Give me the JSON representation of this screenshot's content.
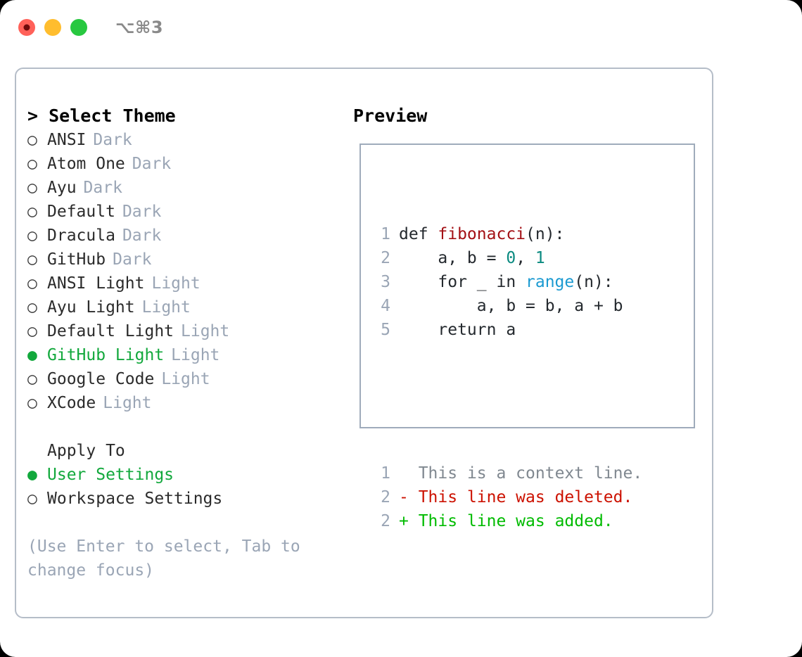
{
  "window": {
    "shortcut_label": "⌥⌘3",
    "traffic_lights": [
      {
        "name": "close",
        "color": "#ff6159"
      },
      {
        "name": "minimize",
        "color": "#ffbd2e"
      },
      {
        "name": "maximize",
        "color": "#28c840"
      }
    ]
  },
  "theme_picker": {
    "heading": "> Select Theme",
    "marker_selected": "●",
    "marker_empty": "○",
    "items": [
      {
        "label": "ANSI",
        "tag": "Dark",
        "selected": false
      },
      {
        "label": "Atom One",
        "tag": "Dark",
        "selected": false
      },
      {
        "label": "Ayu",
        "tag": "Dark",
        "selected": false
      },
      {
        "label": "Default",
        "tag": "Dark",
        "selected": false
      },
      {
        "label": "Dracula",
        "tag": "Dark",
        "selected": false
      },
      {
        "label": "GitHub",
        "tag": "Dark",
        "selected": false
      },
      {
        "label": "ANSI Light",
        "tag": "Light",
        "selected": false
      },
      {
        "label": "Ayu Light",
        "tag": "Light",
        "selected": false
      },
      {
        "label": "Default Light",
        "tag": "Light",
        "selected": false
      },
      {
        "label": "GitHub Light",
        "tag": "Light",
        "selected": true
      },
      {
        "label": "Google Code",
        "tag": "Light",
        "selected": false
      },
      {
        "label": "XCode",
        "tag": "Light",
        "selected": false
      }
    ]
  },
  "apply_to": {
    "heading": "Apply To",
    "options": [
      {
        "label": "User Settings",
        "selected": true
      },
      {
        "label": "Workspace Settings",
        "selected": false
      }
    ]
  },
  "hint": {
    "text": "(Use Enter to select, Tab to change focus)"
  },
  "preview": {
    "heading": "Preview",
    "code_lines": [
      {
        "num": "1",
        "tokens": [
          {
            "t": "def ",
            "c": "plain"
          },
          {
            "t": "fibonacci",
            "c": "func"
          },
          {
            "t": "(n):",
            "c": "plain"
          }
        ]
      },
      {
        "num": "2",
        "tokens": [
          {
            "t": "    a, b = ",
            "c": "plain"
          },
          {
            "t": "0",
            "c": "num"
          },
          {
            "t": ", ",
            "c": "plain"
          },
          {
            "t": "1",
            "c": "num"
          }
        ]
      },
      {
        "num": "3",
        "tokens": [
          {
            "t": "    for _ in ",
            "c": "plain"
          },
          {
            "t": "range",
            "c": "builtin"
          },
          {
            "t": "(n):",
            "c": "plain"
          }
        ]
      },
      {
        "num": "4",
        "tokens": [
          {
            "t": "        a, b = b, a + b",
            "c": "plain"
          }
        ]
      },
      {
        "num": "5",
        "tokens": [
          {
            "t": "    return a",
            "c": "plain"
          }
        ]
      }
    ],
    "diff_lines": [
      {
        "num": "1",
        "sign": "  ",
        "text": "This is a context line.",
        "kind": "ctx"
      },
      {
        "num": "2",
        "sign": "- ",
        "text": "This line was deleted.",
        "kind": "del"
      },
      {
        "num": "2",
        "sign": "+ ",
        "text": "This line was added.",
        "kind": "add"
      }
    ]
  },
  "colors": {
    "accent_green": "#12a83c",
    "diff_add": "#00bb00",
    "diff_del": "#cc1100",
    "diff_ctx": "#808890",
    "tag_gray": "#9aa5b5",
    "func_red": "#a31015",
    "number_teal": "#0a8a80",
    "builtin_blue": "#1b9ad1",
    "panel_border": "#b5bdc8",
    "preview_border": "#9fabbb"
  }
}
